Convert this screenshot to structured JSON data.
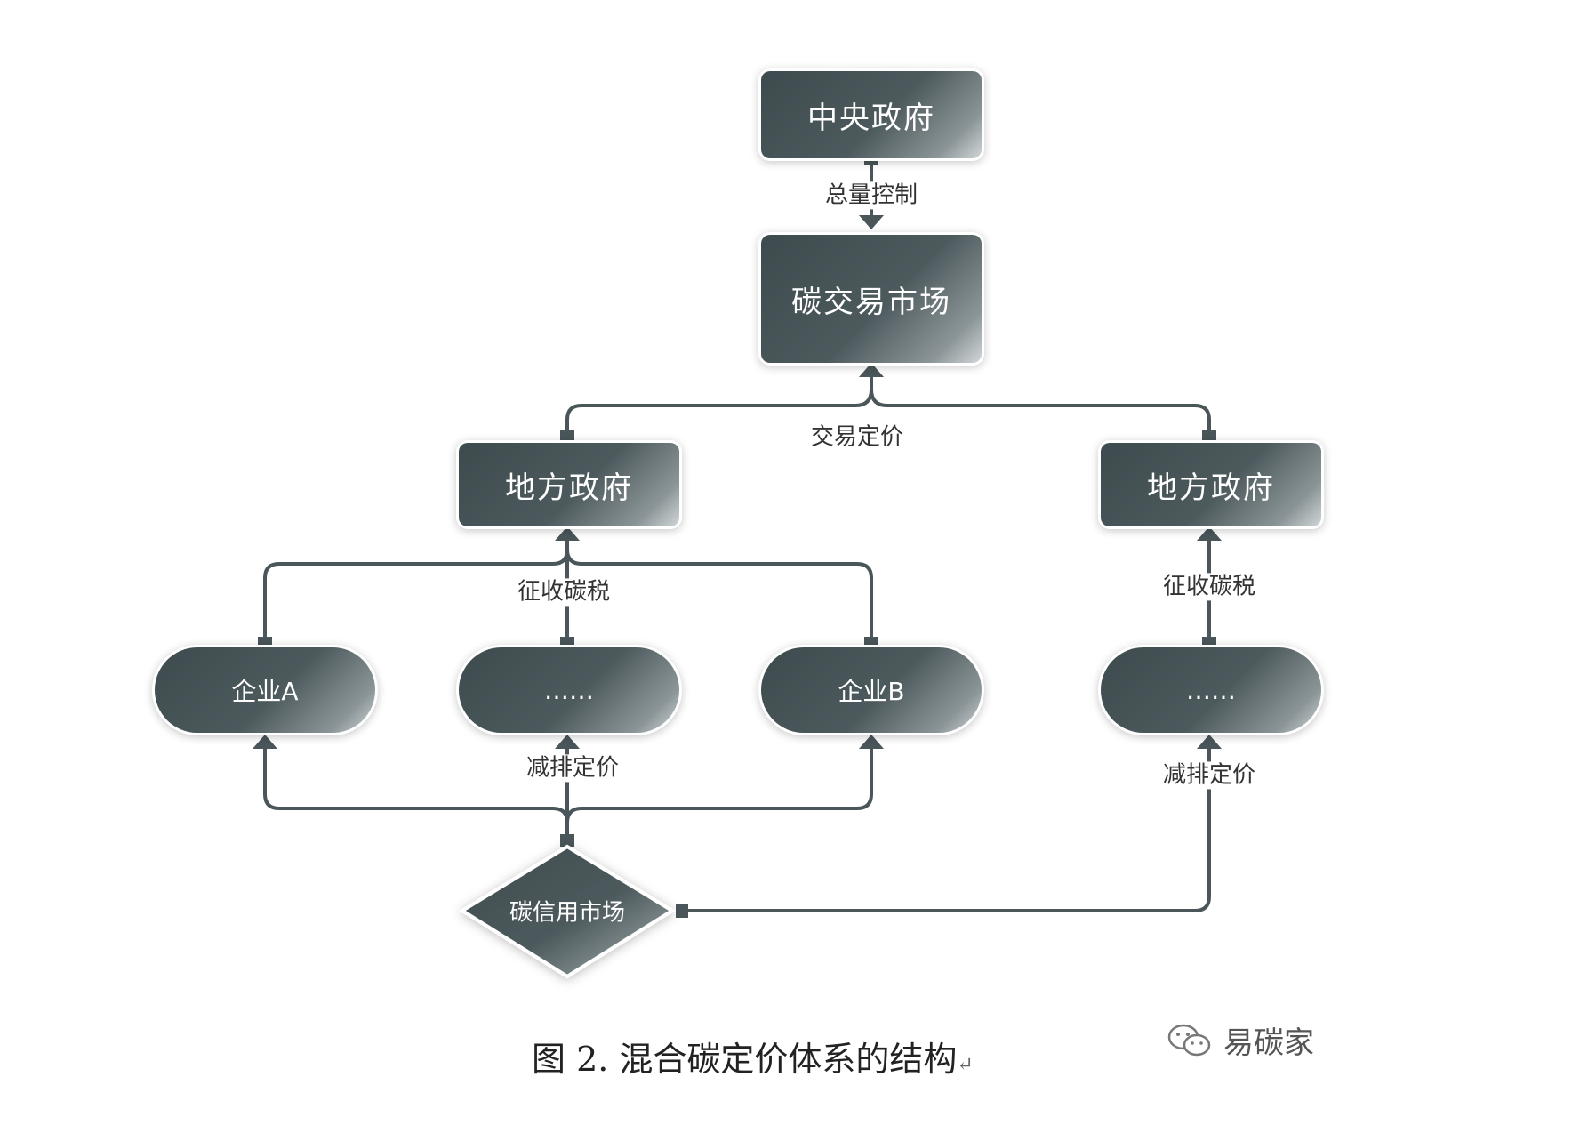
{
  "nodes": {
    "central_gov": "中央政府",
    "carbon_market": "碳交易市场",
    "local_gov_left": "地方政府",
    "local_gov_right": "地方政府",
    "enterprise_a": "企业A",
    "enterprise_dots_left": "……",
    "enterprise_b": "企业B",
    "enterprise_dots_right": "……",
    "credit_market": "碳信用市场"
  },
  "edge_labels": {
    "total_control": "总量控制",
    "trade_pricing": "交易定价",
    "tax_left": "征收碳税",
    "tax_right": "征收碳税",
    "reduction_left": "减排定价",
    "reduction_right": "减排定价"
  },
  "caption": "图 2.  混合碳定价体系的结构",
  "caption_mark": "↵",
  "watermark": "易碳家",
  "colors": {
    "node_dark": "#3e4b4e",
    "node_light": "#d2d7d8",
    "line": "#4a5659"
  }
}
